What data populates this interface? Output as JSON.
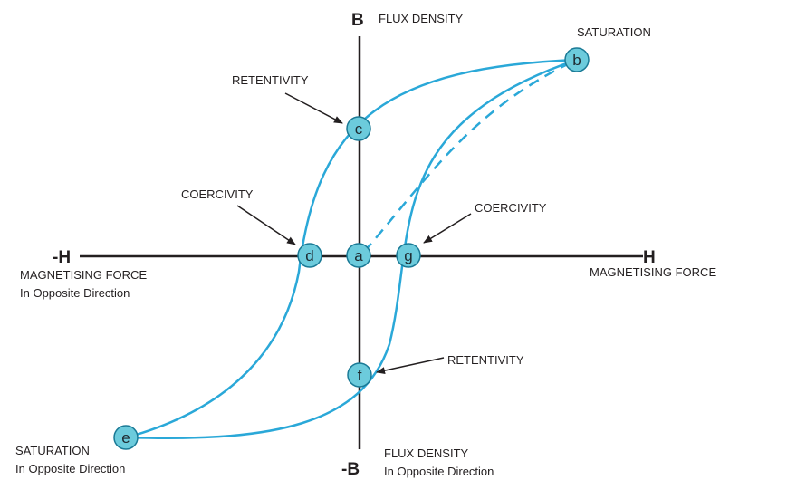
{
  "axes": {
    "b_top": "B",
    "b_top_label": "FLUX DENSITY",
    "b_bottom": "-B",
    "b_bottom_label_1": "FLUX DENSITY",
    "b_bottom_label_2": "In Opposite Direction",
    "h_right": "H",
    "h_right_label": "MAGNETISING FORCE",
    "h_left": "-H",
    "h_left_label_1": "MAGNETISING FORCE",
    "h_left_label_2": "In Opposite Direction"
  },
  "annotations": {
    "saturation": "SATURATION",
    "saturation_opposite_1": "SATURATION",
    "saturation_opposite_2": "In Opposite Direction",
    "retentivity_top": "RETENTIVITY",
    "retentivity_bottom": "RETENTIVITY",
    "coercivity_left": "COERCIVITY",
    "coercivity_right": "COERCIVITY"
  },
  "points": {
    "a": "a",
    "b": "b",
    "c": "c",
    "d": "d",
    "e": "e",
    "f": "f",
    "g": "g"
  },
  "colors": {
    "curve": "#2aa8d8",
    "node_fill": "#6ccbdc",
    "node_stroke": "#1a7a96",
    "axis": "#231f20"
  }
}
